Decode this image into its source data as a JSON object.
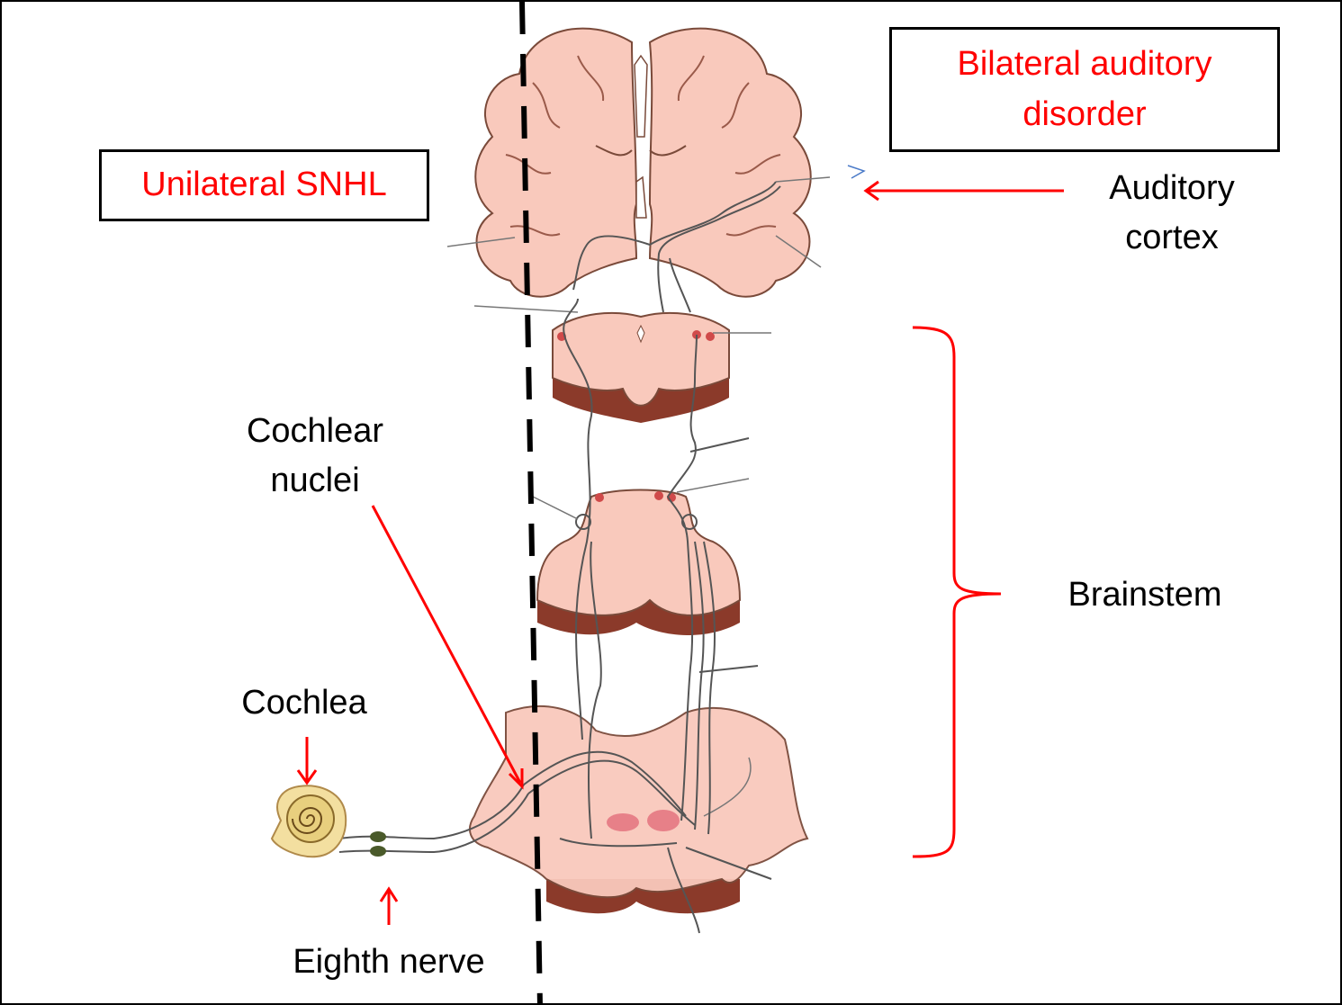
{
  "boxes": {
    "left": {
      "text": "Unilateral SNHL",
      "color": "#ff0000"
    },
    "right": {
      "line1": "Bilateral auditory",
      "line2": "disorder",
      "color": "#ff0000"
    }
  },
  "labels": {
    "auditory_cortex": {
      "line1": "Auditory",
      "line2": "cortex"
    },
    "brainstem": "Brainstem",
    "cochlear_nuclei": {
      "line1": "Cochlear",
      "line2": "nuclei"
    },
    "cochlea": "Cochlea",
    "eighth_nerve": "Eighth nerve"
  },
  "colors": {
    "annotation": "#ff0000",
    "tissue": "#f9c9bc",
    "tissue_edge": "#8b3a2a",
    "outline": "#000000",
    "midline": "#000000"
  },
  "icons": [
    "brain-coronal-section-icon",
    "brainstem-section-icon",
    "cochlea-icon"
  ]
}
